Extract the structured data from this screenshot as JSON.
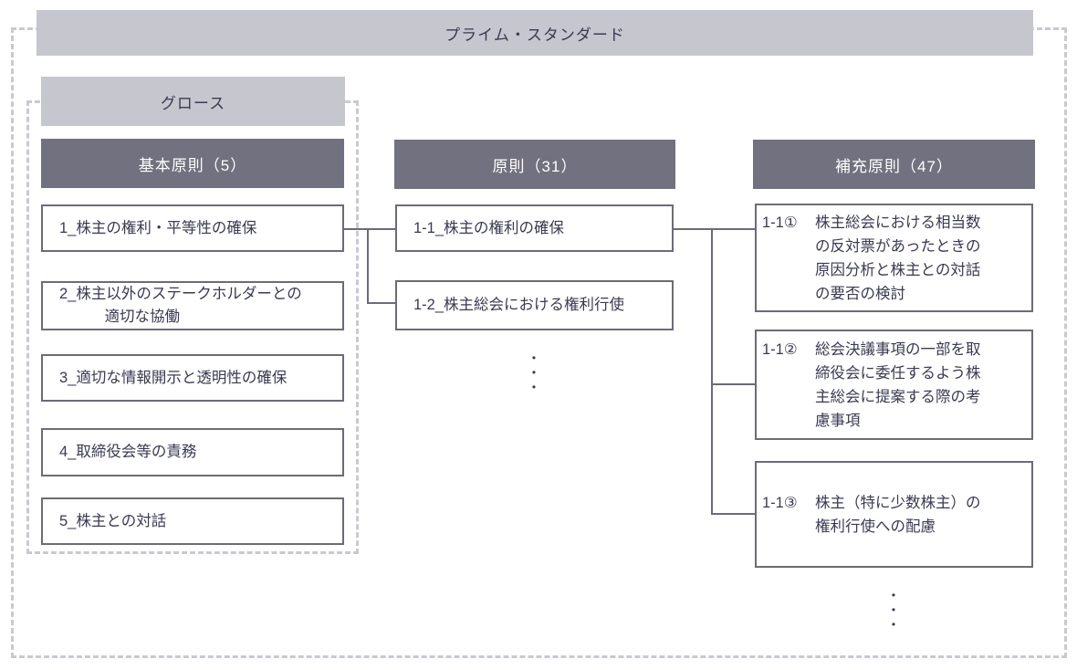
{
  "diagram": {
    "market_segments": {
      "prime_standard": "プライム・スタンダード",
      "growth": "グロース"
    },
    "columns": {
      "basic": {
        "title": "基本原則（5）",
        "items": [
          {
            "lines": [
              "1_株主の権利・平等性の確保"
            ]
          },
          {
            "lines": [
              "2_株主以外のステークホルダーとの",
              "　　　適切な協働"
            ]
          },
          {
            "lines": [
              "3_適切な情報開示と透明性の確保"
            ]
          },
          {
            "lines": [
              "4_取締役会等の責務"
            ]
          },
          {
            "lines": [
              "5_株主との対話"
            ]
          }
        ]
      },
      "principles": {
        "title": "原則（31）",
        "items": [
          {
            "lines": [
              "1-1_株主の権利の確保"
            ]
          },
          {
            "lines": [
              "1-2_株主総会における権利行使"
            ]
          }
        ],
        "ellipsis": [
          "•",
          "•",
          "•"
        ]
      },
      "supplementary": {
        "title": "補充原則（47）",
        "items": [
          {
            "label": "1-1①",
            "lines": [
              "株主総会における相当数",
              "の反対票があったときの",
              "原因分析と株主との対話",
              "の要否の検討"
            ]
          },
          {
            "label": "1-1②",
            "lines": [
              "総会決議事項の一部を取",
              "締役会に委任するよう株",
              "主総会に提案する際の考",
              "慮事項"
            ]
          },
          {
            "label": "1-1③",
            "lines": [
              "株主（特に少数株主）の",
              "権利行使への配慮"
            ]
          }
        ],
        "ellipsis": [
          "•",
          "•",
          "•"
        ]
      }
    },
    "colors": {
      "light_bar": "#c6c6cf",
      "dark_bar": "#71717f",
      "box_border": "#6b6b7a",
      "connector": "#6b6b7a",
      "dashed_border": "#c9c9d2",
      "text": "#3a3a52",
      "bar_text_dark": "#ffffff"
    }
  }
}
